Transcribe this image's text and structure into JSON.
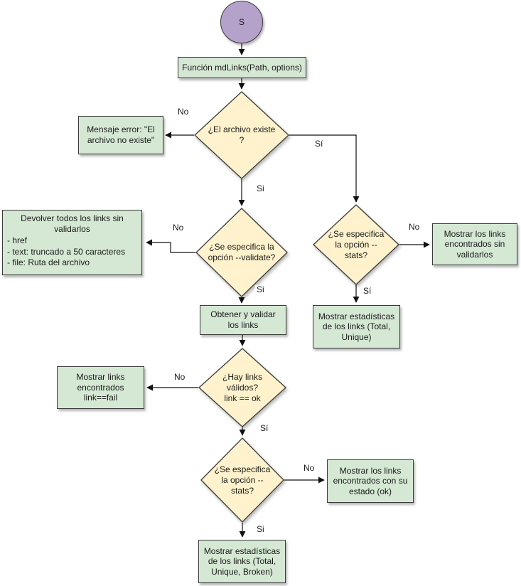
{
  "colors": {
    "process_fill": "#d5e8d4",
    "decision_fill": "#fff2cc",
    "start_fill": "#b5a2cb",
    "shape_stroke": "#3a3a3a",
    "edge_stroke": "#111111"
  },
  "nodes": {
    "start": "S",
    "funcion": "Función mdLinks(Path, options)",
    "archivo_existe": "¿El archivo existe ?",
    "mensaje_error": "Mensaje error: \"El archivo no existe\"",
    "validate": "¿Se especifica la opción --validate?",
    "devolver": {
      "title": "Devolver todos los links sin validarlos",
      "items": [
        "- href",
        "- text: truncado a 50 caracteres",
        "- file: Ruta del archivo"
      ]
    },
    "stats_right": "¿Se especifica la opción --stats?",
    "sin_validar": "Mostrar los links encontrados sin validarlos",
    "stats_total_unique": "Mostrar estadísticas de los links (Total, Unique)",
    "obtener": "Obtener y validar los links",
    "links_validos": {
      "line1": "¿Hay links válidos?",
      "line2": "link == ok"
    },
    "fail": "Mostrar links encontrados link==fail",
    "stats_bottom": "¿Se especifica la opción --stats?",
    "estado_ok": "Mostrar los links encontrados con su estado (ok)",
    "stats_total_unique_broken": "Mostrar estadísticas de los links (Total, Unique, Broken)"
  },
  "edge_labels": {
    "existe_no": "No",
    "existe_si_right": "Sí",
    "existe_si_down": "Si",
    "validate_no": "No",
    "validate_si": "Si",
    "stats_right_no": "No",
    "stats_right_si": "Sí",
    "validos_no": "No",
    "validos_si": "Sí",
    "stats_bottom_no": "No",
    "stats_bottom_si": "Si"
  }
}
